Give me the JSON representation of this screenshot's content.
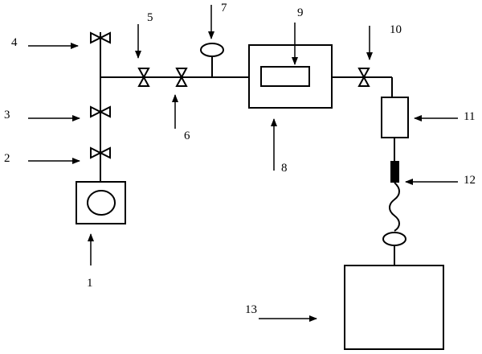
{
  "components": {
    "pump": "1",
    "valve_2": "2",
    "valve_3": "3",
    "valve_4": "4",
    "valve_5": "5",
    "valve_6": "6",
    "gauge_7": "7",
    "chamber_8": "8",
    "sample_9": "9",
    "valve_10": "10",
    "coupler_11": "11",
    "rod_12": "12",
    "box_13": "13"
  }
}
